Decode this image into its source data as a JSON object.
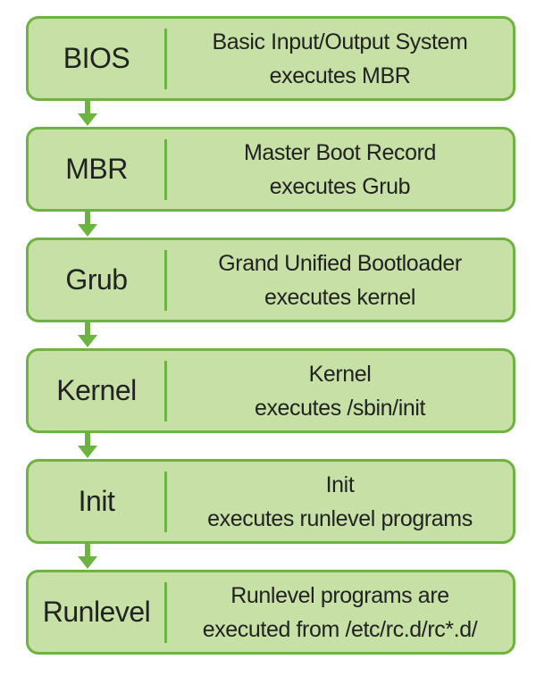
{
  "colors": {
    "box_fill": "#c7e0a5",
    "box_border": "#6db33f",
    "arrow": "#6db33f",
    "text": "#222222"
  },
  "stages": [
    {
      "name": "BIOS",
      "line1": "Basic Input/Output System",
      "line2": "executes MBR"
    },
    {
      "name": "MBR",
      "line1": "Master Boot Record",
      "line2": "executes Grub"
    },
    {
      "name": "Grub",
      "line1": "Grand Unified Bootloader",
      "line2": "executes kernel"
    },
    {
      "name": "Kernel",
      "line1": "Kernel",
      "line2": "executes /sbin/init"
    },
    {
      "name": "Init",
      "line1": "Init",
      "line2": "executes runlevel programs"
    },
    {
      "name": "Runlevel",
      "line1": "Runlevel programs are",
      "line2": "executed from /etc/rc.d/rc*.d/"
    }
  ]
}
